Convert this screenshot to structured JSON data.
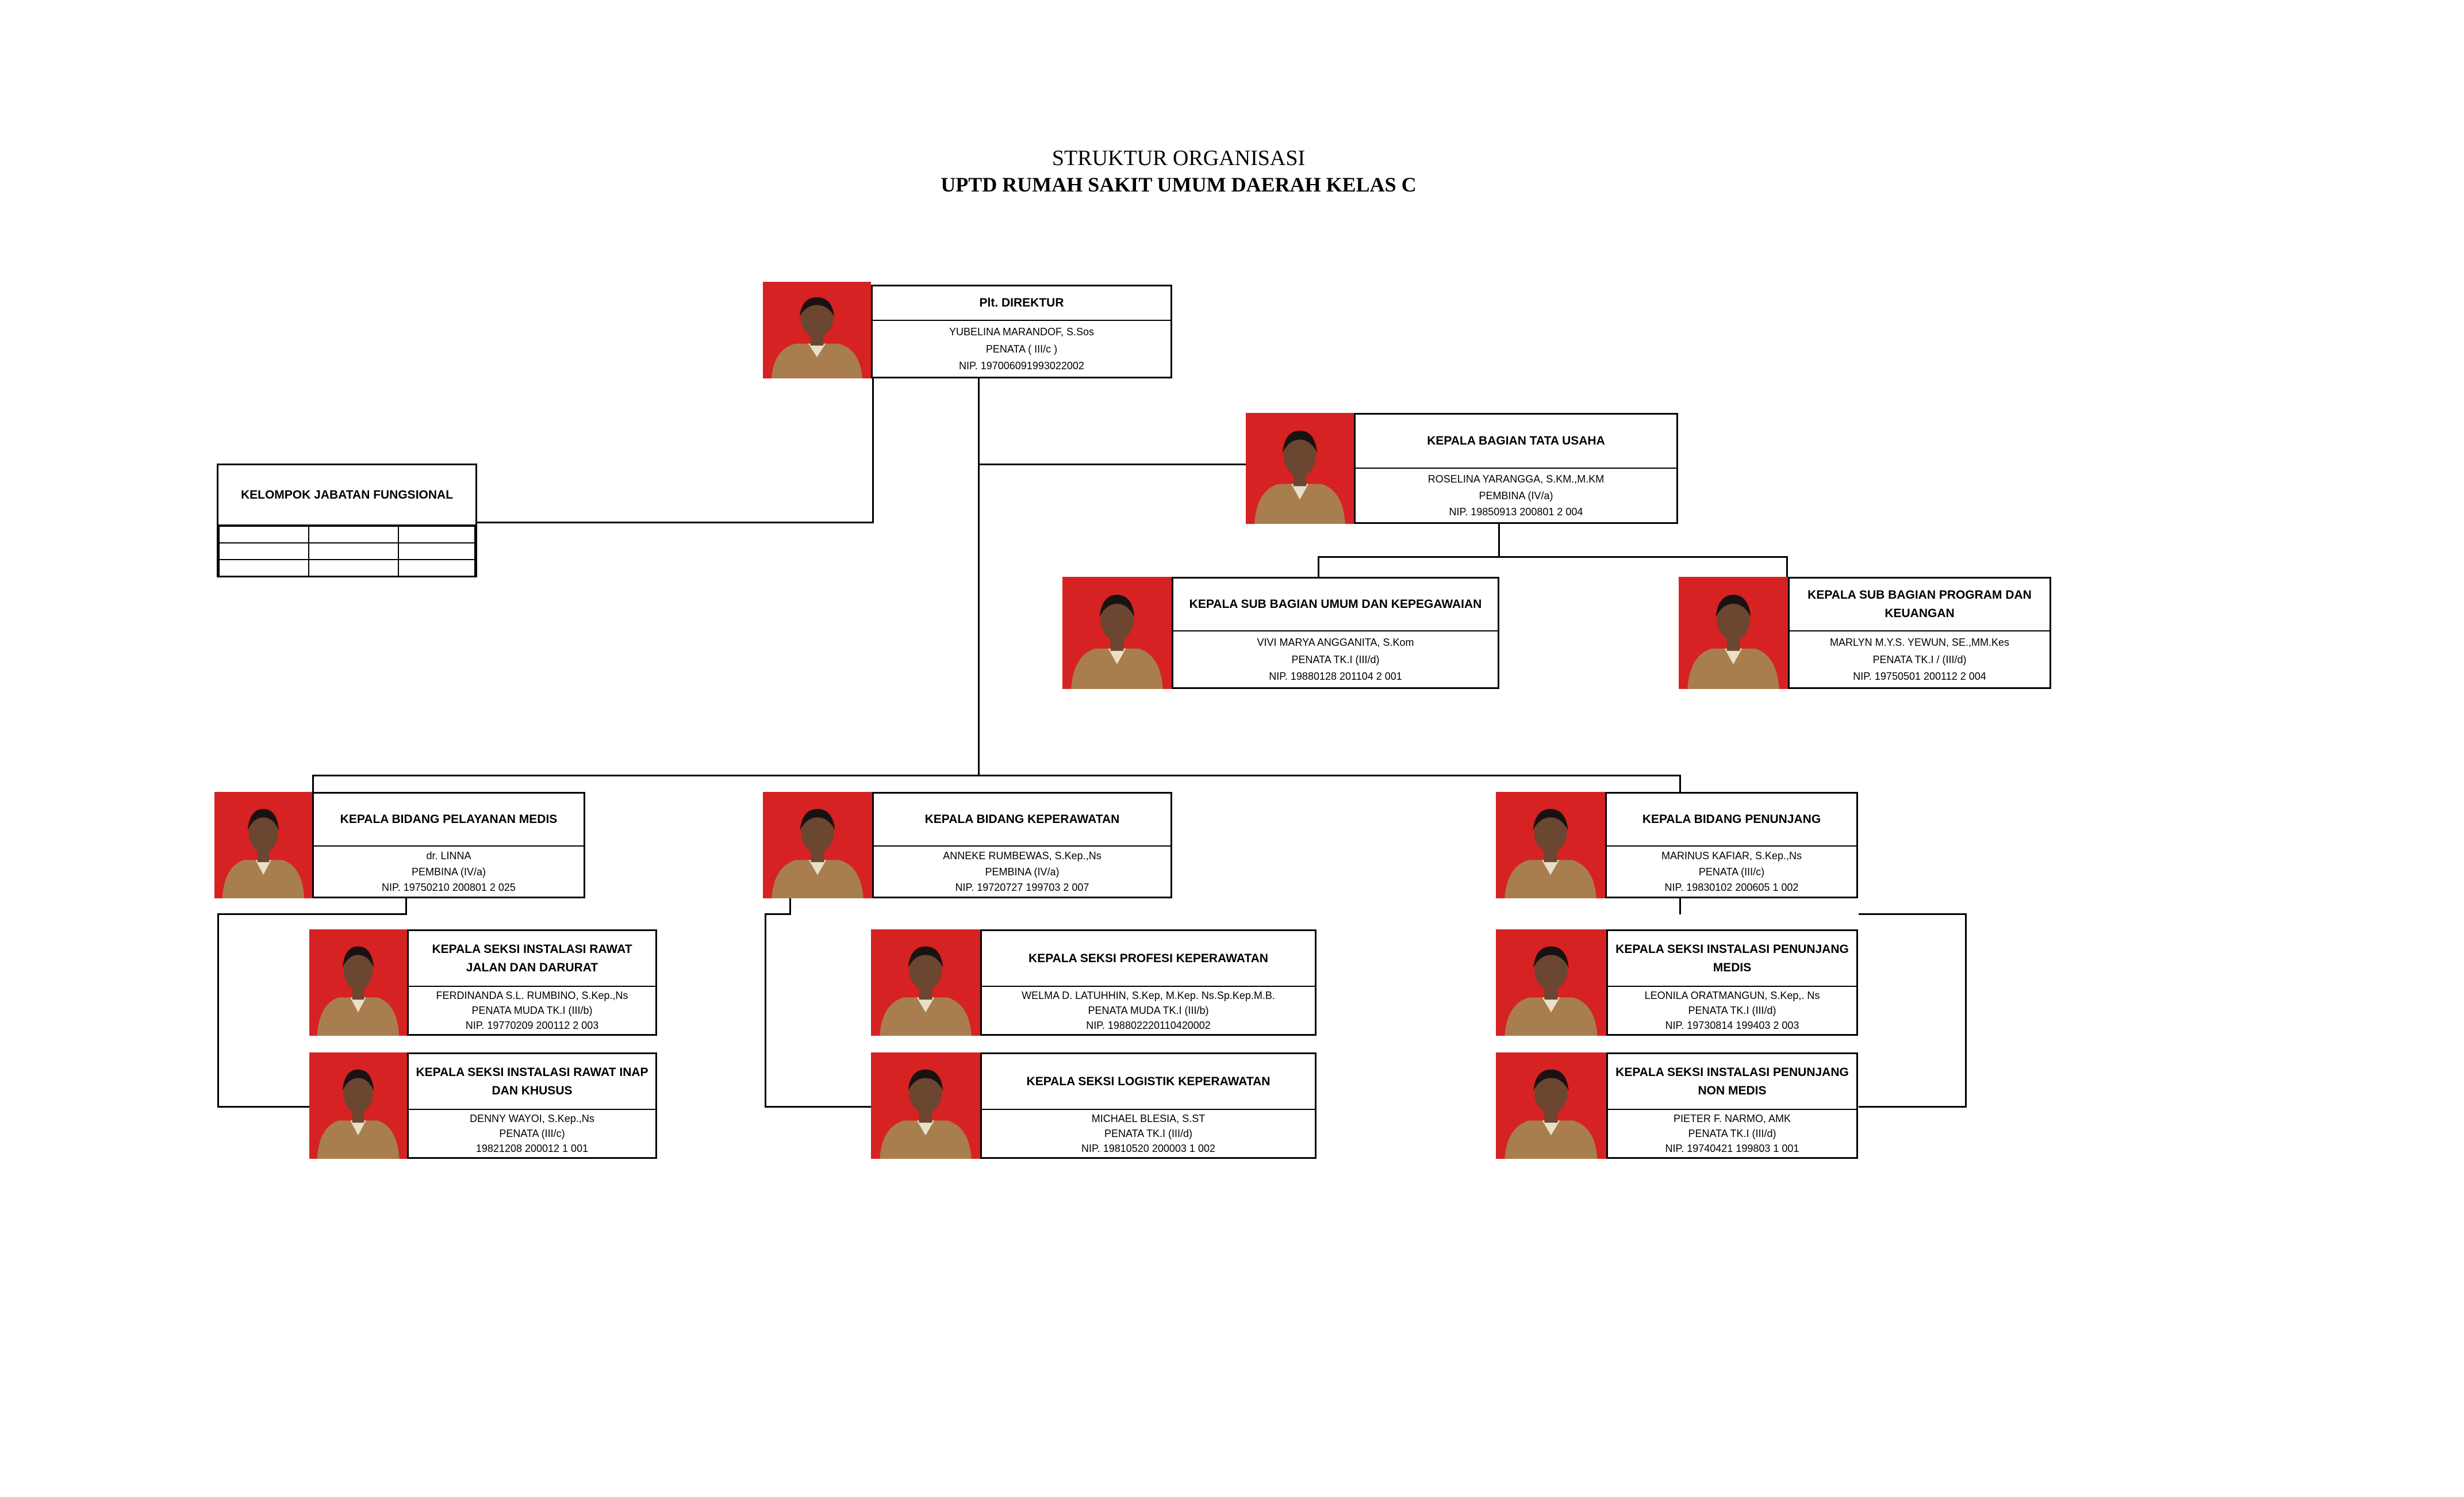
{
  "title": {
    "line1": "STRUKTUR ORGANISASI",
    "line2": "UPTD RUMAH SAKIT UMUM DAERAH KELAS C"
  },
  "nodes": {
    "direktur": {
      "title": "Plt. DIREKTUR",
      "name": "YUBELINA MARANDOF, S.Sos",
      "rank": "PENATA ( III/c )",
      "nip": "NIP. 197006091993022002"
    },
    "tata_usaha": {
      "title": "KEPALA BAGIAN TATA USAHA",
      "name": "ROSELINA YARANGGA, S.KM.,M.KM",
      "rank": "PEMBINA  (IV/a)",
      "nip": "NIP. 19850913 200801 2 004"
    },
    "sub_umum": {
      "title": "KEPALA SUB BAGIAN UMUM DAN KEPEGAWAIAN",
      "name": "VIVI MARYA ANGGANITA, S.Kom",
      "rank": "PENATA TK.I  (III/d)",
      "nip": "NIP. 19880128 201104 2 001"
    },
    "sub_program": {
      "title": "KEPALA SUB BAGIAN PROGRAM DAN KEUANGAN",
      "name": "MARLYN M.Y.S. YEWUN, SE.,MM.Kes",
      "rank": "PENATA TK.I / (III/d)",
      "nip": "NIP. 19750501 200112 2 004"
    },
    "bid_medis": {
      "title": "KEPALA BIDANG PELAYANAN MEDIS",
      "name": "dr. LINNA",
      "rank": "PEMBINA  (IV/a)",
      "nip": "NIP. 19750210 200801 2 025"
    },
    "bid_keperawatan": {
      "title": "KEPALA BIDANG KEPERAWATAN",
      "name": "ANNEKE RUMBEWAS, S.Kep.,Ns",
      "rank": "PEMBINA  (IV/a)",
      "nip": "NIP. 19720727 199703 2 007"
    },
    "bid_penunjang": {
      "title": "KEPALA BIDANG PENUNJANG",
      "name": "MARINUS KAFIAR, S.Kep.,Ns",
      "rank": "PENATA  (III/c)",
      "nip": "NIP. 19830102 200605 1 002"
    },
    "seksi_rawat_jalan": {
      "title": "KEPALA SEKSI INSTALASI RAWAT JALAN DAN DARURAT",
      "name": "FERDINANDA S.L. RUMBINO, S.Kep.,Ns",
      "rank": "PENATA MUDA TK.I  (III/b)",
      "nip": "NIP. 19770209 200112 2 003"
    },
    "seksi_rawat_inap": {
      "title": "KEPALA SEKSI INSTALASI RAWAT INAP DAN KHUSUS",
      "name": "DENNY WAYOI, S.Kep.,Ns",
      "rank": "PENATA  (III/c)",
      "nip": "19821208 200012 1 001"
    },
    "seksi_profesi": {
      "title": "KEPALA SEKSI PROFESI KEPERAWATAN",
      "name": "WELMA D. LATUHHIN, S.Kep, M.Kep. Ns.Sp.Kep.M.B.",
      "rank": "PENATA MUDA TK.I  (III/b)",
      "nip": "NIP. 198802220110420002"
    },
    "seksi_logistik": {
      "title": "KEPALA SEKSI LOGISTIK KEPERAWATAN",
      "name": "MICHAEL BLESIA, S.ST",
      "rank": "PENATA TK.I (III/d)",
      "nip": "NIP. 19810520 200003 1 002"
    },
    "seksi_penunjang_medis": {
      "title": "KEPALA SEKSI INSTALASI PENUNJANG MEDIS",
      "name": "LEONILA ORATMANGUN, S.Kep,. Ns",
      "rank": "PENATA TK.I  (III/d)",
      "nip": "NIP. 19730814 199403 2 003"
    },
    "seksi_non_medis": {
      "title": "KEPALA SEKSI INSTALASI PENUNJANG NON MEDIS",
      "name": "PIETER F. NARMO, AMK",
      "rank": "PENATA TK.I  (III/d)",
      "nip": "NIP. 19740421 199803 1 001"
    }
  },
  "fungsional": {
    "title": "KELOMPOK JABATAN FUNGSIONAL"
  },
  "colors": {
    "photo_bg": "#d62222",
    "uniform": "#a97e4e",
    "line": "#000000"
  }
}
